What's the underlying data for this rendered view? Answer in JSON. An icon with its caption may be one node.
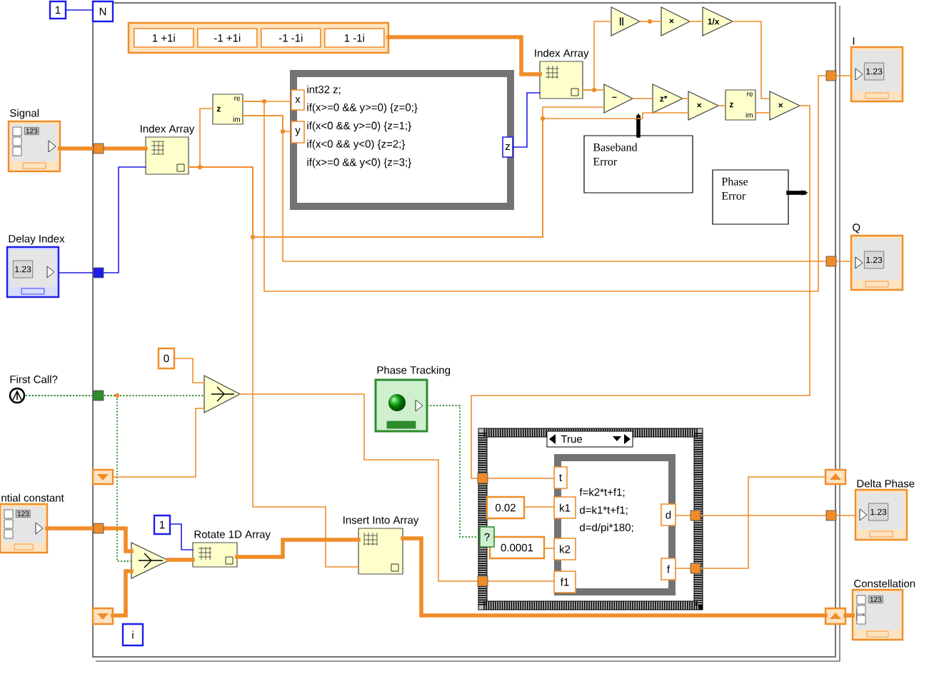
{
  "diagram": {
    "nodes": [
      {
        "text": [],
        "shape": "box"
      },
      {
        "text": [
          "1"
        ]
      },
      {
        "text": [
          "N"
        ],
        "in": 0
      },
      {
        "text": [
          "1 +1i",
          "-1 +1i",
          "-1 -1i",
          "1 -1i"
        ],
        "in": 0
      },
      {
        "text": [
          "Signal",
          "123"
        ]
      },
      {
        "text": [
          "Index Array"
        ],
        "in": 0
      },
      {
        "text": [
          "z",
          "re",
          "im"
        ],
        "in": 0
      },
      {
        "text": [
          "int32 z;",
          "if(x>=0 && y>=0) {z=0;}",
          "if(x<0 && y>=0) {z=1;}",
          "if(x<0 && y<0) {z=2;}",
          "if(x>=0 && y<0) {z=3;}"
        ],
        "in": 0
      },
      {
        "text": [
          "x"
        ],
        "in": 7
      },
      {
        "text": [
          "y"
        ],
        "in": 7
      },
      {
        "text": [
          "z"
        ],
        "in": 7
      },
      {
        "text": [
          "Index Array"
        ],
        "in": 0
      },
      {
        "text": [
          "||"
        ],
        "in": 0
      },
      {
        "text": [
          "×"
        ],
        "in": 0
      },
      {
        "text": [
          "1/x"
        ],
        "in": 0
      },
      {
        "text": [
          "−"
        ],
        "in": 0
      },
      {
        "text": [
          "z*"
        ],
        "in": 0
      },
      {
        "text": [
          "×"
        ],
        "in": 0
      },
      {
        "text": [
          "z",
          "re",
          "im"
        ],
        "in": 0
      },
      {
        "text": [
          "×"
        ],
        "in": 0
      },
      {
        "text": [
          "Baseband Error"
        ],
        "in": 0
      },
      {
        "text": [
          "Phase Error"
        ],
        "in": 0
      },
      {
        "text": [
          "I",
          "1.23"
        ]
      },
      {
        "text": [
          "Q",
          "1.23"
        ]
      },
      {
        "text": [
          "Delay Index",
          "1.23"
        ]
      },
      {
        "text": [
          "First Call?"
        ]
      },
      {
        "text": [
          "0"
        ],
        "in": 0
      },
      {
        "text": [],
        "shape": "triangle",
        "in": 0
      },
      {
        "text": [
          "Phase Tracking"
        ],
        "in": 0
      },
      {
        "text": [],
        "shape": "box",
        "in": 0
      },
      {
        "text": [
          "ntial constant",
          "123"
        ]
      },
      {
        "text": [
          "1"
        ],
        "in": 0
      },
      {
        "text": [
          "Rotate 1D Array"
        ],
        "in": 0
      },
      {
        "text": [],
        "shape": "triangle",
        "in": 0
      },
      {
        "text": [
          "Insert Into Array"
        ],
        "in": 0
      },
      {
        "text": [],
        "shape": "box",
        "in": 0
      },
      {
        "text": [
          "i"
        ],
        "in": 0
      },
      {
        "text": [
          "True"
        ],
        "in": 0
      },
      {
        "text": [
          "0.02"
        ],
        "in": 37
      },
      {
        "text": [
          "0.0001"
        ],
        "in": 37
      },
      {
        "text": [
          "f=k2*t+f1;",
          "d=k1*t+f1;",
          "d=d/pi*180;"
        ],
        "in": 37
      },
      {
        "text": [
          "t"
        ],
        "in": 40
      },
      {
        "text": [
          "k1"
        ],
        "in": 40
      },
      {
        "text": [
          "k2"
        ],
        "in": 40
      },
      {
        "text": [
          "f1"
        ],
        "in": 40
      },
      {
        "text": [
          "d"
        ],
        "in": 40
      },
      {
        "text": [
          "f"
        ],
        "in": 40
      },
      {
        "text": [],
        "shape": "box",
        "in": 0
      },
      {
        "text": [],
        "shape": "box",
        "in": 0
      },
      {
        "text": [
          "Delta Phase",
          "1.23"
        ]
      },
      {
        "text": [
          "Constellation",
          "123"
        ]
      },
      {
        "text": [
          "?"
        ],
        "in": 37
      }
    ],
    "edges": [
      {
        "from": 1,
        "to": 2,
        "arrow": "none",
        "color": "#1e1ee6"
      },
      {
        "from": 4,
        "to": 5,
        "arrow": "none",
        "style": "thick"
      },
      {
        "from": 24,
        "to": 5,
        "arrow": "none",
        "color": "#1e1ee6"
      },
      {
        "from": 5,
        "to": 6,
        "arrow": "none"
      },
      {
        "from": 6,
        "to": 8,
        "arrow": "none"
      },
      {
        "from": 6,
        "to": 9,
        "arrow": "none"
      },
      {
        "from": 3,
        "to": 11,
        "arrow": "none",
        "style": "thick"
      },
      {
        "from": 10,
        "to": 11,
        "arrow": "none",
        "color": "#1e1ee6"
      },
      {
        "from": 11,
        "to": 12,
        "arrow": "none"
      },
      {
        "from": 11,
        "to": 15,
        "arrow": "none"
      },
      {
        "from": 12,
        "to": 13,
        "arrow": "none"
      },
      {
        "from": 13,
        "to": 14,
        "arrow": "none"
      },
      {
        "from": 14,
        "to": 19,
        "arrow": "none"
      },
      {
        "from": 15,
        "to": 16,
        "arrow": "none"
      },
      {
        "from": 16,
        "to": 17,
        "arrow": "none"
      },
      {
        "from": 17,
        "to": 18,
        "arrow": "none"
      },
      {
        "from": 18,
        "to": 19,
        "arrow": "none"
      },
      {
        "from": 19,
        "to": 41,
        "arrow": "none"
      },
      {
        "from": 20,
        "to": 15,
        "arrow": "to",
        "style": "thick",
        "color": "#000000"
      },
      {
        "from": 21,
        "to": null,
        "arrow": "to",
        "style": "thick",
        "color": "#000000"
      },
      {
        "from": 6,
        "to": 22,
        "arrow": "none"
      },
      {
        "from": 6,
        "to": 23,
        "arrow": "none"
      },
      {
        "from": 5,
        "to": 15,
        "arrow": "none"
      },
      {
        "from": 5,
        "to": 17,
        "arrow": "none"
      },
      {
        "from": 5,
        "to": 34,
        "arrow": "none"
      },
      {
        "from": 25,
        "to": 27,
        "arrow": "none",
        "style": "dashed",
        "color": "#2e8b2e"
      },
      {
        "from": 25,
        "to": 33,
        "arrow": "none",
        "style": "dashed",
        "color": "#2e8b2e"
      },
      {
        "from": 26,
        "to": 27,
        "arrow": "none"
      },
      {
        "from": 29,
        "to": 27,
        "arrow": "none"
      },
      {
        "from": 27,
        "to": 44,
        "arrow": "none"
      },
      {
        "from": 28,
        "to": 51,
        "arrow": "none",
        "style": "dashed",
        "color": "#2e8b2e"
      },
      {
        "from": 30,
        "to": 33,
        "arrow": "none",
        "style": "thick"
      },
      {
        "from": 35,
        "to": 33,
        "arrow": "none",
        "style": "thick"
      },
      {
        "from": 31,
        "to": 32,
        "arrow": "none",
        "color": "#1e1ee6"
      },
      {
        "from": 33,
        "to": 32,
        "arrow": "none",
        "style": "thick"
      },
      {
        "from": 32,
        "to": 34,
        "arrow": "none",
        "style": "thick"
      },
      {
        "from": 34,
        "to": 48,
        "arrow": "none",
        "style": "thick"
      },
      {
        "from": 48,
        "to": 50,
        "arrow": "none",
        "style": "thick"
      },
      {
        "from": 38,
        "to": 42,
        "arrow": "none"
      },
      {
        "from": 39,
        "to": 43,
        "arrow": "none"
      },
      {
        "from": 45,
        "to": 49,
        "arrow": "none"
      },
      {
        "from": 46,
        "to": 47,
        "arrow": "none"
      }
    ]
  }
}
